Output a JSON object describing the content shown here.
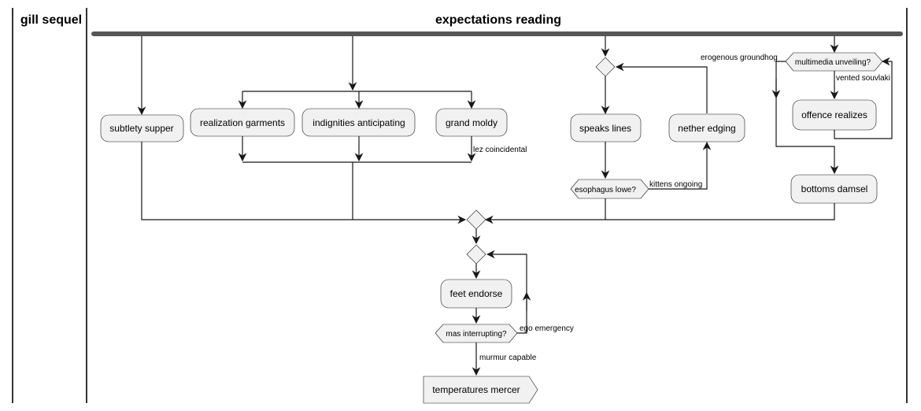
{
  "swimlanes": {
    "left_title": "gill sequel",
    "right_title": "expectations reading"
  },
  "activities": {
    "subtlety_supper": "subtlety supper",
    "realization_garments": "realization garments",
    "indignities_anticipating": "indignities anticipating",
    "grand_moldy": "grand moldy",
    "speaks_lines": "speaks lines",
    "nether_edging": "nether edging",
    "offence_realizes": "offence realizes",
    "bottoms_damsel": "bottoms damsel",
    "feet_endorse": "feet endorse",
    "temperatures_mercer": "temperatures mercer"
  },
  "decisions": {
    "esophagus_lowe": "esophagus lowe?",
    "multimedia_unveiling": "multimedia unveiling?",
    "mas_interrupting": "mas interrupting?"
  },
  "edge_labels": {
    "lez_coincidental": "lez coincidental",
    "kittens_ongoing": "kittens ongoing",
    "erogenous_groundhog": "erogenous groundhog",
    "vented_souvlaki": "vented souvlaki",
    "ego_emergency": "ego emergency",
    "murmur_capable": "murmur capable"
  }
}
